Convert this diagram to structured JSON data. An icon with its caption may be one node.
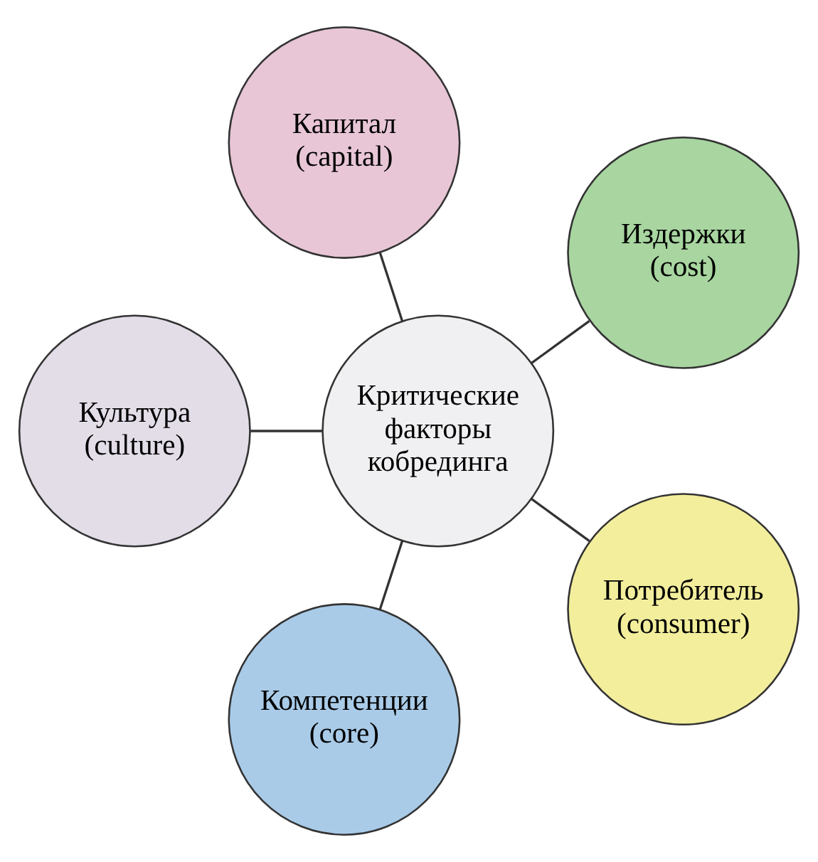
{
  "diagram": {
    "nodes": [
      {
        "text": [
          "Издержки",
          "(cost)"
        ]
      },
      {
        "text": [
          "Капитал",
          "(capital)"
        ]
      },
      {
        "text": [
          "Культура",
          "(culture)"
        ]
      },
      {
        "text": [
          "Критические факторы кобрединга"
        ]
      },
      {
        "text": [
          "Компетенции",
          "(core)"
        ]
      },
      {
        "text": [
          "Потребитель",
          "(consumer)"
        ]
      }
    ],
    "edges": [
      {
        "from": 3,
        "to": 0,
        "arrow": "none"
      },
      {
        "from": 3,
        "to": 1,
        "arrow": "none"
      },
      {
        "from": 3,
        "to": 2,
        "arrow": "none"
      },
      {
        "from": 3,
        "to": 4,
        "arrow": "none"
      },
      {
        "from": 3,
        "to": 5,
        "arrow": "none"
      }
    ]
  }
}
